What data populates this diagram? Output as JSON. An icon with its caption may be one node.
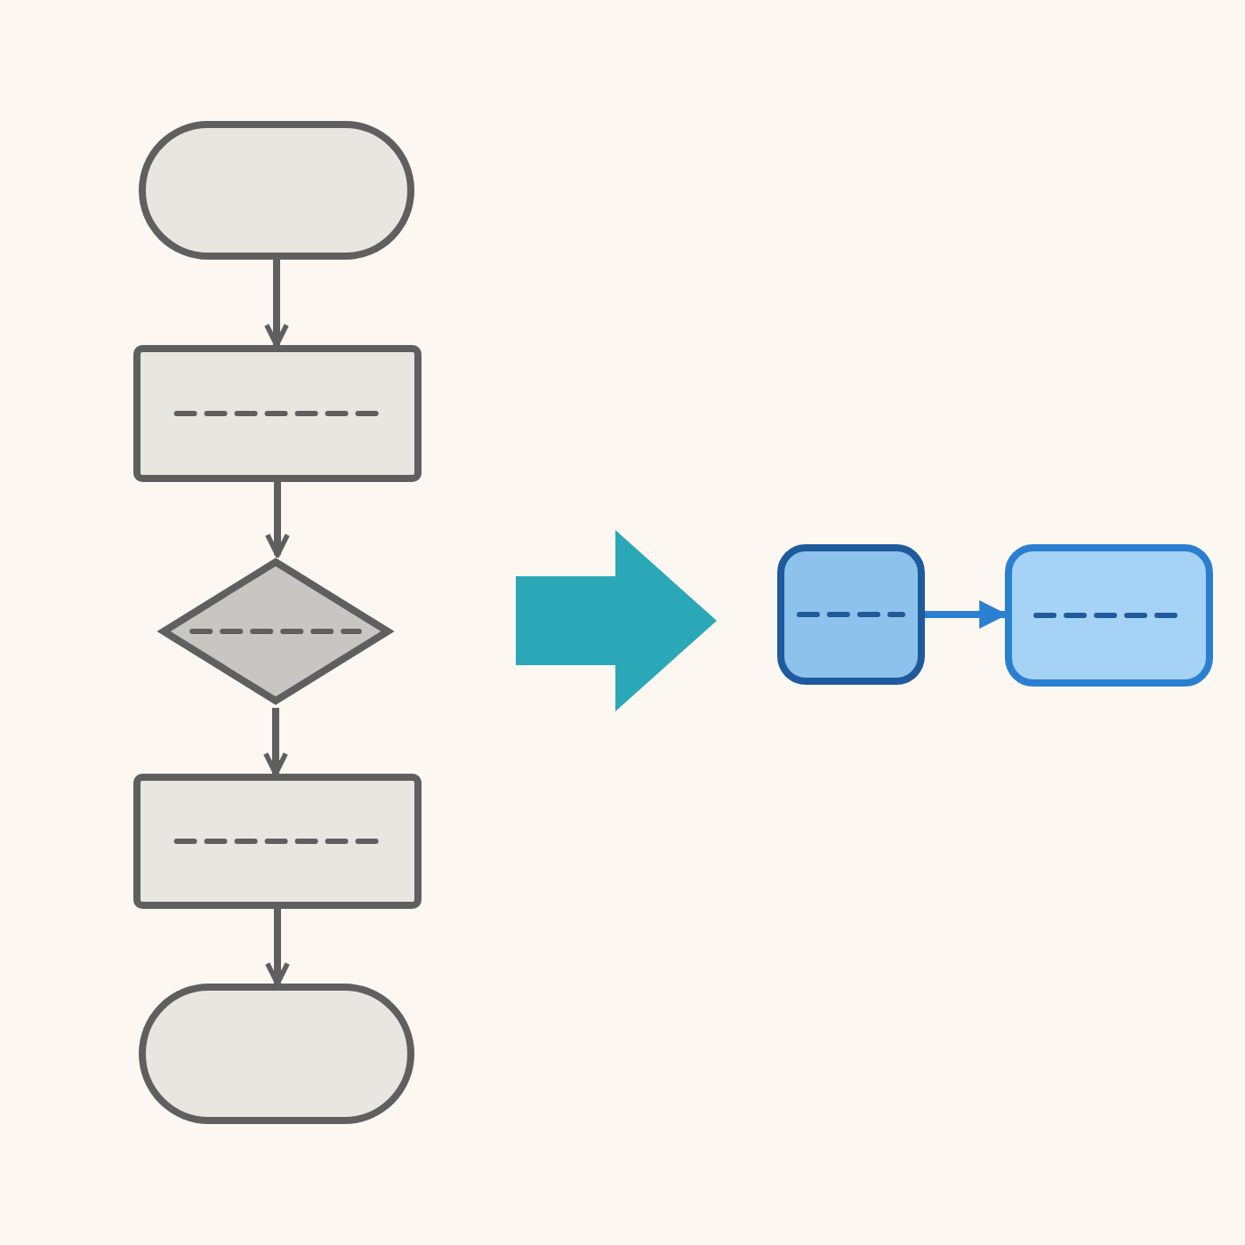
{
  "diagram": {
    "nodes": [
      {
        "text": [],
        "shape": "stadium"
      },
      {
        "text": [],
        "shape": "box"
      },
      {
        "text": [],
        "shape": "diamond"
      },
      {
        "text": [],
        "shape": "box"
      },
      {
        "text": [],
        "shape": "stadium"
      },
      {
        "text": [],
        "shape": "box"
      },
      {
        "text": [],
        "shape": "box"
      }
    ],
    "edges": [
      {
        "from": 0,
        "to": 1,
        "arrow": "to"
      },
      {
        "from": 1,
        "to": 2,
        "arrow": "to"
      },
      {
        "from": 2,
        "to": 3,
        "arrow": "to"
      },
      {
        "from": 3,
        "to": 4,
        "arrow": "to"
      },
      {
        "from": 5,
        "to": 6,
        "arrow": "to",
        "color": "#2a7fd0"
      }
    ]
  }
}
